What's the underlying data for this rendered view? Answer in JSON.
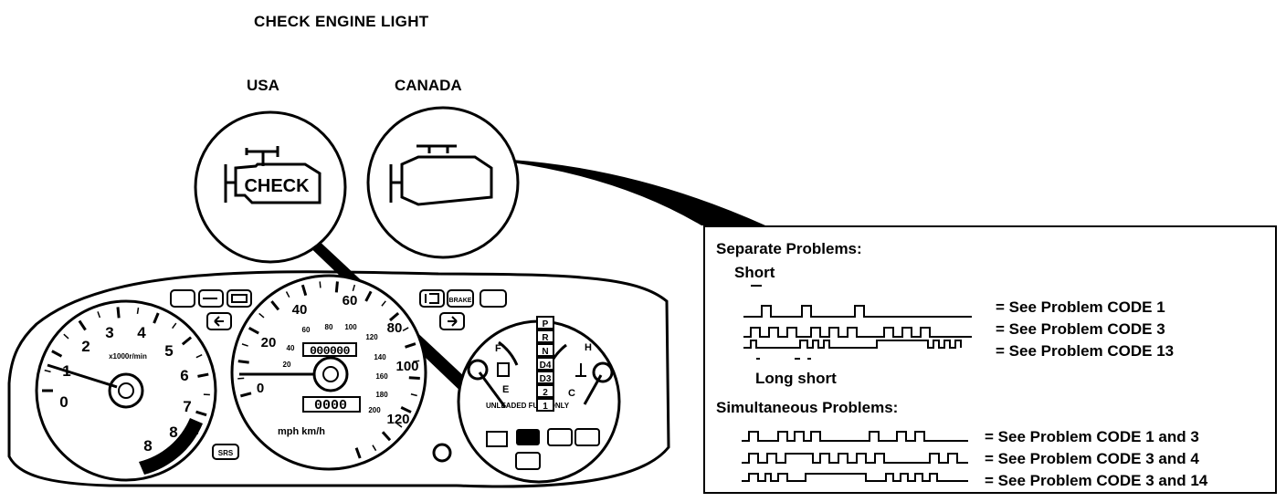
{
  "title": "CHECK ENGINE LIGHT",
  "variants": {
    "usa_label": "USA",
    "canada_label": "CANADA",
    "usa_lamp_text": "CHECK"
  },
  "gauges": {
    "tach_numbers": [
      "0",
      "1",
      "2",
      "3",
      "4",
      "5",
      "6",
      "7",
      "8"
    ],
    "tach_unit": "x1000r/min",
    "speedo_mph": [
      "0",
      "20",
      "40",
      "60",
      "80",
      "100",
      "120"
    ],
    "speedo_kmh": [
      "20",
      "40",
      "60",
      "80",
      "100",
      "120",
      "140",
      "160",
      "180",
      "200"
    ],
    "speedo_unit": "mph km/h",
    "odometer": "000000",
    "trip": "0000",
    "fuel_label": "UNLEADED FUEL ONLY",
    "fuel_letters": [
      "F",
      "E"
    ],
    "temp_letters": [
      "H",
      "C"
    ],
    "gear_positions": [
      "P",
      "R",
      "N",
      "D4",
      "D3",
      "2",
      "1"
    ],
    "srs_label": "SRS",
    "brake_label": "BRAKE"
  },
  "legend": {
    "separate_heading": "Separate Problems:",
    "short_label": "Short",
    "long_short_label": "Long short",
    "separate_codes": [
      "= See Problem CODE 1",
      "= See Problem CODE 3",
      "= See Problem CODE 13"
    ],
    "simultaneous_heading": "Simultaneous Problems:",
    "simultaneous_codes": [
      "= See Problem CODE 1 and 3",
      "= See Problem CODE 3 and 4",
      "= See Problem CODE 3 and 14"
    ]
  }
}
